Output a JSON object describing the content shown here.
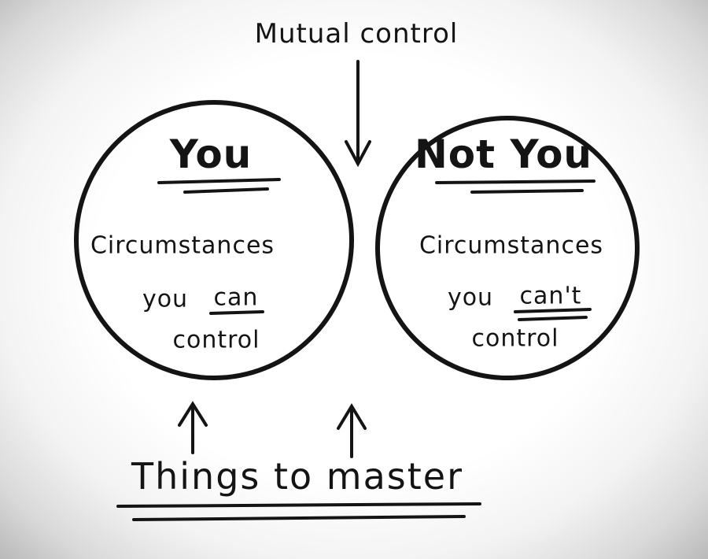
{
  "diagram": {
    "top_label": "Mutual control",
    "left_title": "You",
    "right_title": "Not You",
    "left_text": {
      "line1": "Circumstances",
      "line2_pre": "you",
      "line2_emph": "can",
      "line3": "control"
    },
    "right_text": {
      "line1": "Circumstances",
      "line2_pre": "you",
      "line2_emph": "can't",
      "line3": "control"
    },
    "bottom_label": "Things to master"
  }
}
